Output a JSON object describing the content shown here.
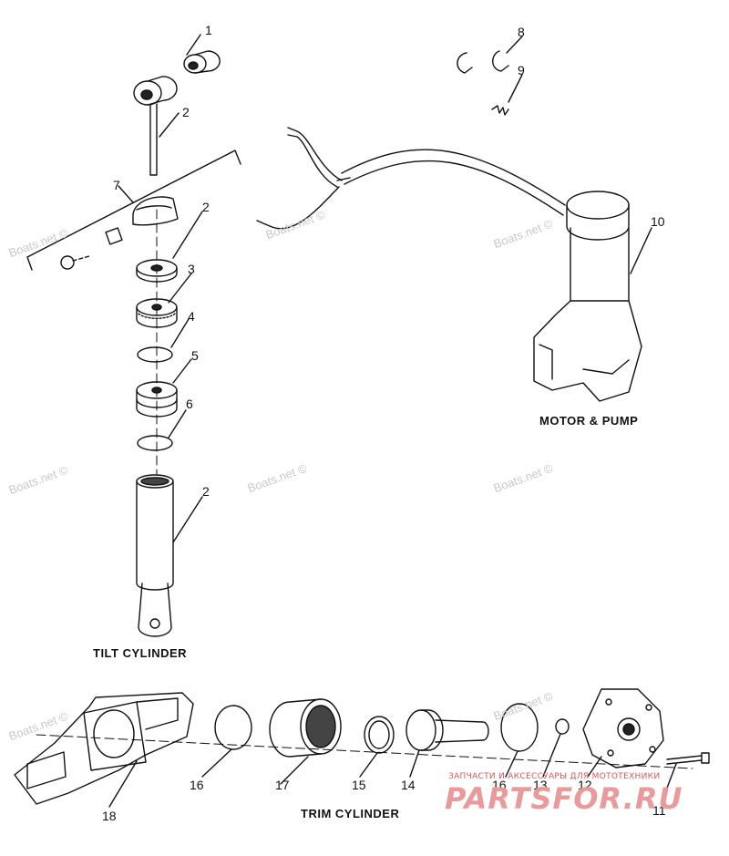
{
  "watermark": "Boats.net ©",
  "captions": {
    "tilt": "TILT CYLINDER",
    "motor": "MOTOR & PUMP",
    "trim": "TRIM CYLINDER"
  },
  "callouts": [
    "1",
    "2",
    "2",
    "3",
    "4",
    "5",
    "6",
    "2",
    "7",
    "8",
    "9",
    "10",
    "11",
    "12",
    "13",
    "14",
    "15",
    "16",
    "16",
    "17",
    "18"
  ],
  "partner": {
    "tagline": "ЗАПЧАСТИ И АКСЕССУАРЫ ДЛЯ МОТОТЕХНИКИ",
    "logo": "PARTSFOR.RU"
  }
}
